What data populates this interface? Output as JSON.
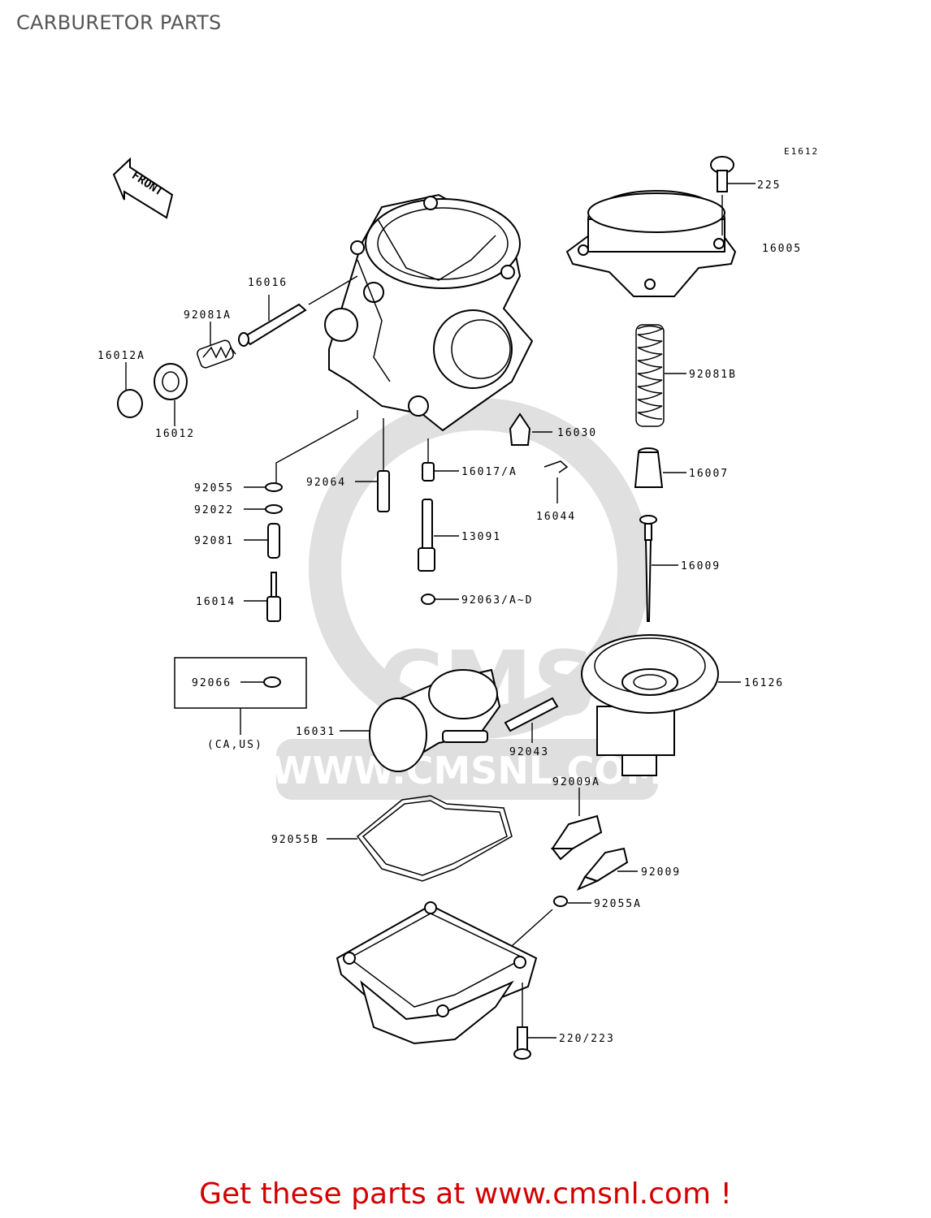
{
  "page": {
    "title": "CARBURETOR PARTS",
    "footer": "Get these parts at www.cmsnl.com !",
    "diagram_code": "E1612",
    "front_label": "FRONT",
    "watermark_text": "WWW.CMSNL.COM",
    "watermark_logo": "CMS"
  },
  "parts": {
    "p225": "225",
    "p16005": "16005",
    "p92081B": "92081B",
    "p16030": "16030",
    "p16007": "16007",
    "p16044": "16044",
    "p16009": "16009",
    "p16126": "16126",
    "p16016": "16016",
    "p92081A": "92081A",
    "p16012A": "16012A",
    "p16012": "16012",
    "p92055": "92055",
    "p92022": "92022",
    "p92081": "92081",
    "p16014": "16014",
    "p92064": "92064",
    "p16017A": "16017/A",
    "p13091": "13091",
    "p92063": "92063/A~D",
    "p92066": "92066",
    "caus": "(CA,US)",
    "p16031": "16031",
    "p92043": "92043",
    "p92009A": "92009A",
    "p92055B": "92055B",
    "p92009": "92009",
    "p92055A": "92055A",
    "p220": "220/223"
  }
}
